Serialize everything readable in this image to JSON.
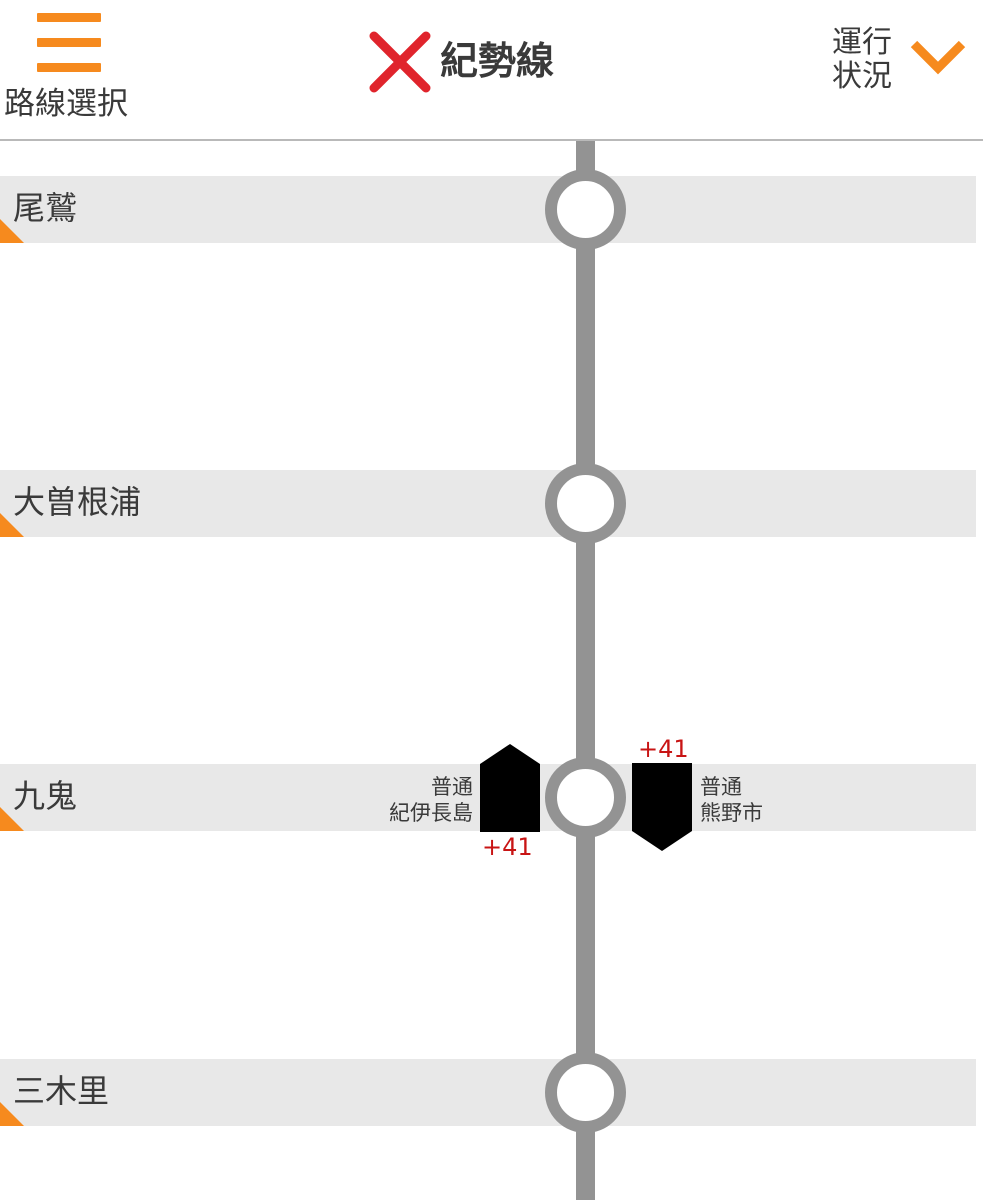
{
  "header": {
    "menu_label": "路線選択",
    "line_name": "紀勢線",
    "status_label": "運行状況",
    "status_icon": "x-icon"
  },
  "colors": {
    "accent": "#f68a1e",
    "status_x": "#e0242c",
    "track": "#939393",
    "station_band": "#e8e8e8",
    "delay_text": "#c81414",
    "train": "#000000"
  },
  "stations": [
    {
      "name": "尾鷲"
    },
    {
      "name": "大曽根浦"
    },
    {
      "name": "九鬼"
    },
    {
      "name": "三木里"
    }
  ],
  "trains": {
    "up": {
      "type": "普通",
      "destination": "紀伊長島",
      "delay": "+41",
      "direction": "up"
    },
    "down": {
      "type": "普通",
      "destination": "熊野市",
      "delay": "+41",
      "direction": "down"
    }
  }
}
